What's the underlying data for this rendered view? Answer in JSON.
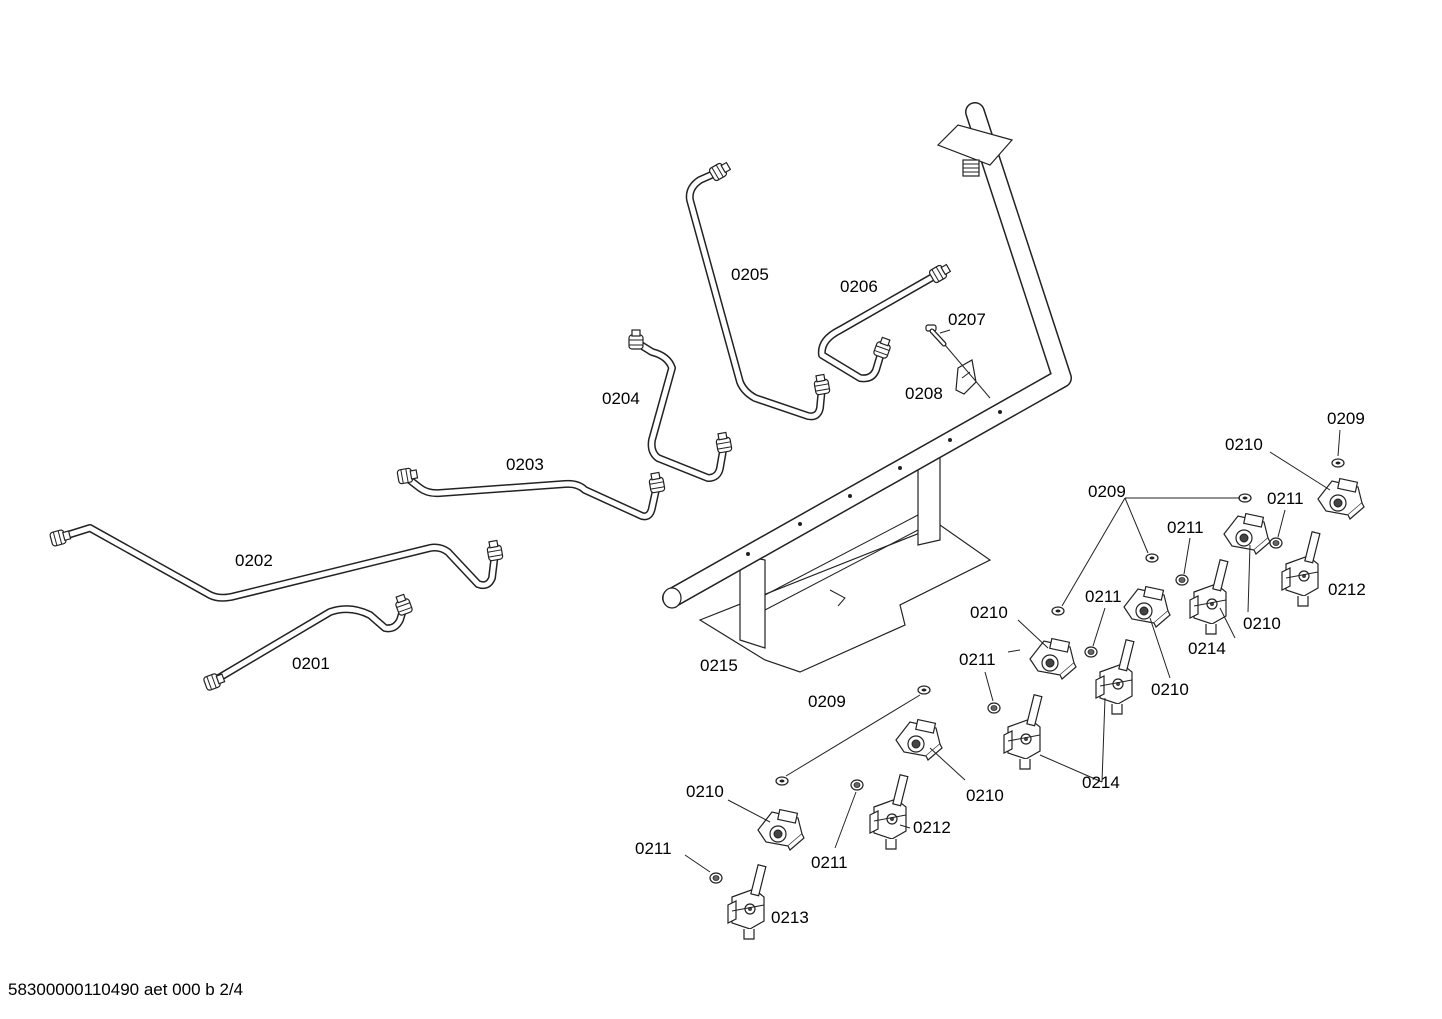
{
  "labels": {
    "p0201": "0201",
    "p0202": "0202",
    "p0203": "0203",
    "p0204": "0204",
    "p0205": "0205",
    "p0206": "0206",
    "p0207": "0207",
    "p0208": "0208",
    "p0209": "0209",
    "p0210": "0210",
    "p0211": "0211",
    "p0212": "0212",
    "p0213": "0213",
    "p0214": "0214",
    "p0215": "0215"
  },
  "footer": "58300000110490 aet 000 b 2/4"
}
